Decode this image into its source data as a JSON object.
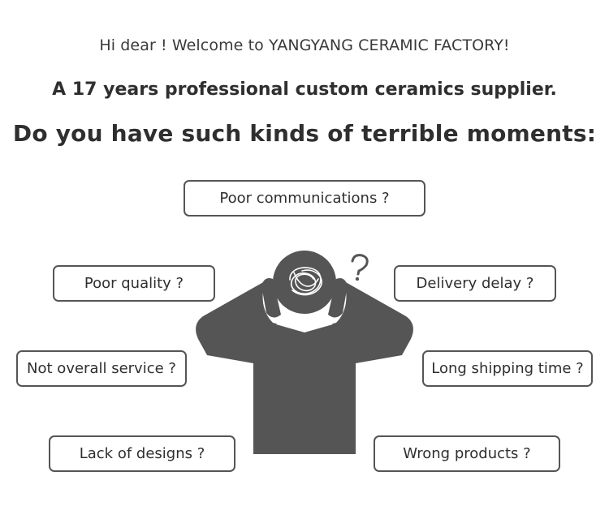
{
  "header": {
    "greeting": "Hi dear ! Welcome to YANGYANG CERAMIC FACTORY!",
    "subtitle": "A 17 years professional custom ceramics supplier.",
    "headline": "Do you have such kinds of terrible moments:"
  },
  "problems": {
    "communications": "Poor communications ?",
    "quality": "Poor quality ?",
    "delivery": "Delivery delay ?",
    "service": "Not overall service ?",
    "shipping": "Long shipping time ?",
    "designs": "Lack of designs ?",
    "products": "Wrong products ?"
  },
  "colors": {
    "figure": "#555555",
    "text": "#2f2f2f",
    "border": "#555555"
  },
  "icons": {
    "figure": "stressed-person-icon",
    "question": "question-mark-icon"
  }
}
